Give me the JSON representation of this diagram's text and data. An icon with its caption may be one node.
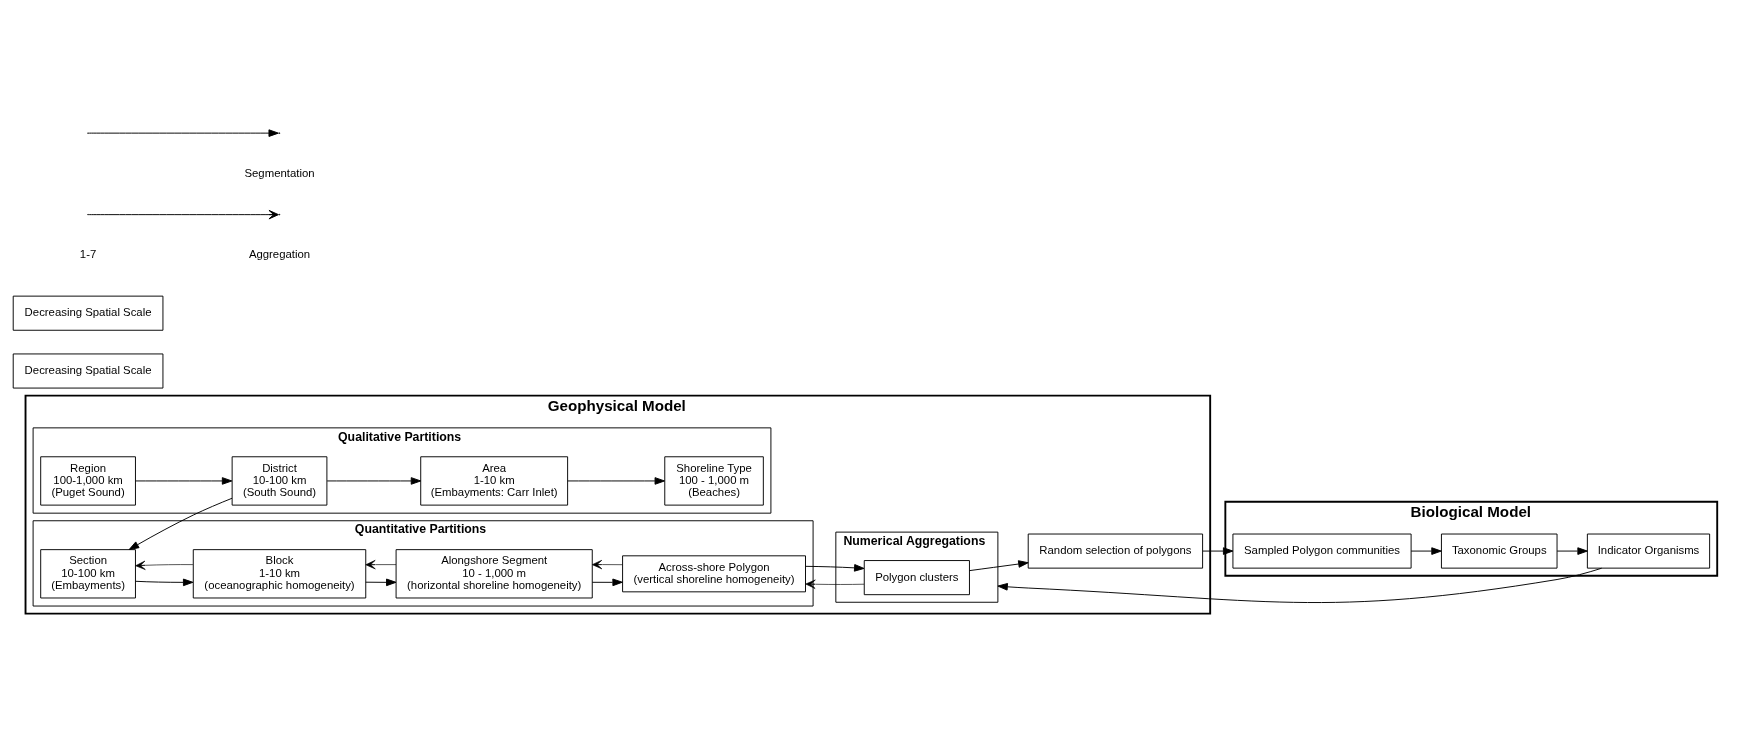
{
  "diagram": {
    "nodes": [
      {
        "text": [
          "Geophysical Model"
        ]
      },
      {
        "text": [
          "Qualitative Partitions"
        ],
        "in": 0
      },
      {
        "text": [
          "Region",
          "100-1,000 km",
          "(Puget Sound)"
        ],
        "in": 1
      },
      {
        "text": [
          "District",
          "10-100 km",
          "(South Sound)"
        ],
        "in": 1
      },
      {
        "text": [
          "Area",
          "1-10 km",
          "(Embayments: Carr Inlet)"
        ],
        "in": 1
      },
      {
        "text": [
          "Shoreline Type",
          "100 - 1,000 m",
          "(Beaches)"
        ],
        "in": 1
      },
      {
        "text": [
          "Quantitative Partitions"
        ],
        "in": 0
      },
      {
        "text": [
          "Section",
          "10-100 km",
          "(Embayments)"
        ],
        "in": 6
      },
      {
        "text": [
          "Block",
          "1-10 km",
          "(oceanographic homogeneity)"
        ],
        "in": 6
      },
      {
        "text": [
          "Alongshore Segment",
          "10 - 1,000 m",
          "(horizontal shoreline homogeneity)"
        ],
        "in": 6
      },
      {
        "text": [
          "Across-shore Polygon",
          "(vertical shoreline homogeneity)"
        ],
        "in": 6
      },
      {
        "text": [
          "Numerical Aggregations"
        ],
        "in": 0
      },
      {
        "text": [
          "Polygon clusters"
        ],
        "in": 11
      },
      {
        "text": [
          "Random selection of polygons"
        ],
        "in": 0
      },
      {
        "text": [
          "Biological Model"
        ]
      },
      {
        "text": [
          "Indicator Organisms"
        ],
        "in": 14
      },
      {
        "text": [
          "Taxonomic Groups"
        ],
        "in": 14
      },
      {
        "text": [
          "Sampled Polygon communities"
        ],
        "in": 14
      },
      {
        "text": [
          "Decreasing Spatial Scale"
        ]
      },
      {
        "text": [
          "Decreasing Spatial Scale"
        ]
      }
    ],
    "edges": [
      {
        "from": 2,
        "to": 3,
        "arrow": "to"
      },
      {
        "from": 3,
        "to": 4,
        "arrow": "to"
      },
      {
        "from": 4,
        "to": 5,
        "arrow": "to"
      },
      {
        "from": 3,
        "to": 7,
        "arrow": "to"
      },
      {
        "from": 7,
        "to": 8,
        "arrow": "to"
      },
      {
        "from": 8,
        "to": 9,
        "arrow": "to"
      },
      {
        "from": 9,
        "to": 10,
        "arrow": "to"
      },
      {
        "from": 12,
        "to": 10,
        "arrow": "to"
      },
      {
        "from": 10,
        "to": 9,
        "arrow": "to"
      },
      {
        "from": 9,
        "to": 8,
        "arrow": "to"
      },
      {
        "from": 8,
        "to": 7,
        "arrow": "to"
      },
      {
        "from": 10,
        "to": 12,
        "arrow": "to"
      },
      {
        "from": 15,
        "to": 11,
        "arrow": "to"
      },
      {
        "from": 12,
        "to": 13,
        "arrow": "to"
      },
      {
        "from": 13,
        "to": 17,
        "arrow": "to"
      },
      {
        "from": 17,
        "to": 16,
        "arrow": "to"
      },
      {
        "from": 16,
        "to": 15,
        "arrow": "to"
      }
    ],
    "labels": [
      "1-7"
    ],
    "legend": [
      {
        "text": "Segmentation"
      },
      {
        "text": "Aggregation"
      }
    ]
  }
}
